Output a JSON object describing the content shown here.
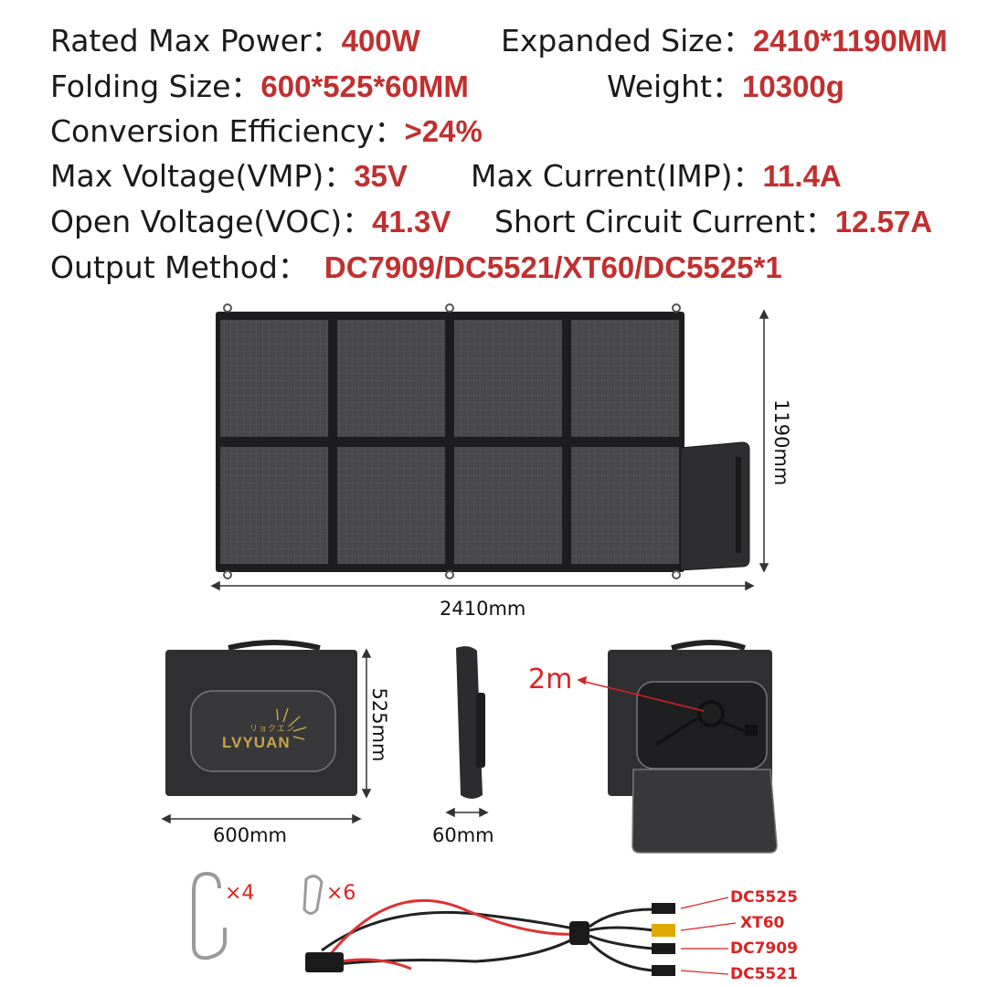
{
  "specs": {
    "rated_max_power": {
      "label": "Rated Max Power：",
      "value": "400W"
    },
    "expanded_size": {
      "label": "Expanded Size：",
      "value": "2410*1190MM"
    },
    "folding_size": {
      "label": "Folding Size：",
      "value": "600*525*60MM"
    },
    "weight": {
      "label": "Weight：",
      "value": "10300g"
    },
    "conversion_efficiency": {
      "label": "Conversion Efficiency：",
      "value": ">24%"
    },
    "max_voltage": {
      "label": "Max Voltage(VMP)：",
      "value": "35V"
    },
    "max_current": {
      "label": "Max Current(IMP)：",
      "value": "11.4A"
    },
    "open_voltage": {
      "label": "Open Voltage(VOC)：",
      "value": "41.3V"
    },
    "short_circuit_current": {
      "label": "Short Circuit Current：",
      "value": "12.57A"
    },
    "output_method": {
      "label": "Output Method：",
      "value": "DC7909/DC5521/XT60/DC5525*1"
    }
  },
  "dimensions": {
    "expanded_height": "1190mm",
    "expanded_width": "2410mm",
    "folded_height": "525mm",
    "folded_width": "600mm",
    "folded_depth": "60mm",
    "cable_length": "2m"
  },
  "brand": {
    "logo_text": "LVYUAN",
    "logo_sub": "リョクエン"
  },
  "accessories": {
    "hook_count": "×4",
    "carabiner_count": "×6"
  },
  "connectors": [
    "DC5525",
    "XT60",
    "DC7909",
    "DC5521"
  ],
  "colors": {
    "accent_red": "#c0302f",
    "panel_dark": "#3a3a3c",
    "bag_black": "#2b2b2b"
  }
}
